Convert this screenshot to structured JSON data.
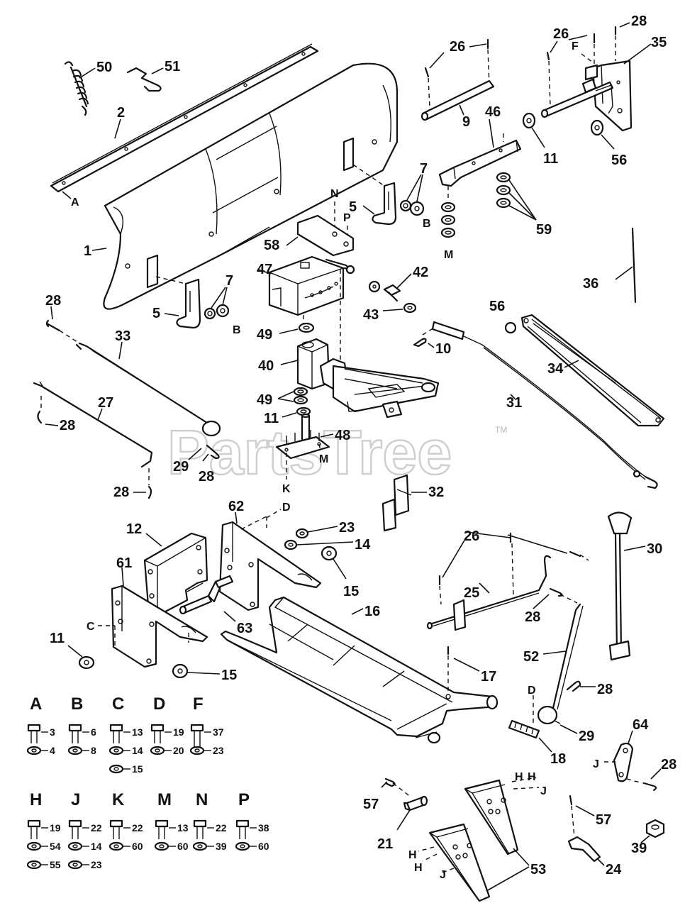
{
  "watermark": {
    "text": "PartsTree",
    "trademark": "TM"
  },
  "labels": {
    "n50": "50",
    "n51": "51",
    "n2": "2",
    "nA": "A",
    "n1": "1",
    "n5a": "5",
    "n7a": "7",
    "nBa": "B",
    "n28a": "28",
    "n26a": "26",
    "n9": "9",
    "n46": "46",
    "n26b": "26",
    "nF": "F",
    "n28b": "28",
    "n35": "35",
    "n11a": "11",
    "n56a": "56",
    "n7b": "7",
    "n5b": "5",
    "nBb": "B",
    "nN": "N",
    "nP": "P",
    "n58": "58",
    "nM": "M",
    "n59": "59",
    "n47": "47",
    "n42": "42",
    "n43": "43",
    "n36": "36",
    "n56b": "56",
    "n49a": "49",
    "n10": "10",
    "n33": "33",
    "n40": "40",
    "n34": "34",
    "n27": "27",
    "n28c": "28",
    "n49b": "49",
    "n11b": "11",
    "n31": "31",
    "n48": "48",
    "n29a": "29",
    "n28d": "28",
    "nMb": "M",
    "nK": "K",
    "n28e": "28",
    "n32": "32",
    "n62": "62",
    "nD": "D",
    "n12": "12",
    "n23": "23",
    "n14": "14",
    "n30": "30",
    "n26c": "26",
    "n61": "61",
    "n15a": "15",
    "n25": "25",
    "n16": "16",
    "nC": "C",
    "n63": "63",
    "n28f": "28",
    "n11c": "11",
    "n15b": "15",
    "n17": "17",
    "n52": "52",
    "nDb": "D",
    "n28g": "28",
    "n29b": "29",
    "n18": "18",
    "n64": "64",
    "nJa": "J",
    "n28h": "28",
    "nH1": "H",
    "nH2": "H",
    "nJb": "J",
    "n57a": "57",
    "n57b": "57",
    "n21": "21",
    "nH3": "H",
    "nH4": "H",
    "nJc": "J",
    "n53": "53",
    "n39": "39",
    "n24": "24"
  },
  "hardware_key": [
    {
      "letter": "A",
      "parts": [
        "3",
        "4"
      ]
    },
    {
      "letter": "B",
      "parts": [
        "6",
        "8"
      ]
    },
    {
      "letter": "C",
      "parts": [
        "13",
        "14",
        "15"
      ]
    },
    {
      "letter": "D",
      "parts": [
        "19",
        "20"
      ]
    },
    {
      "letter": "F",
      "parts": [
        "37",
        "23"
      ]
    },
    {
      "letter": "H",
      "parts": [
        "19",
        "54",
        "55"
      ]
    },
    {
      "letter": "J",
      "parts": [
        "22",
        "14",
        "23"
      ]
    },
    {
      "letter": "K",
      "parts": [
        "22",
        "60"
      ]
    },
    {
      "letter": "M",
      "parts": [
        "13",
        "60"
      ]
    },
    {
      "letter": "N",
      "parts": [
        "22",
        "39"
      ]
    },
    {
      "letter": "P",
      "parts": [
        "38",
        "60"
      ]
    }
  ]
}
